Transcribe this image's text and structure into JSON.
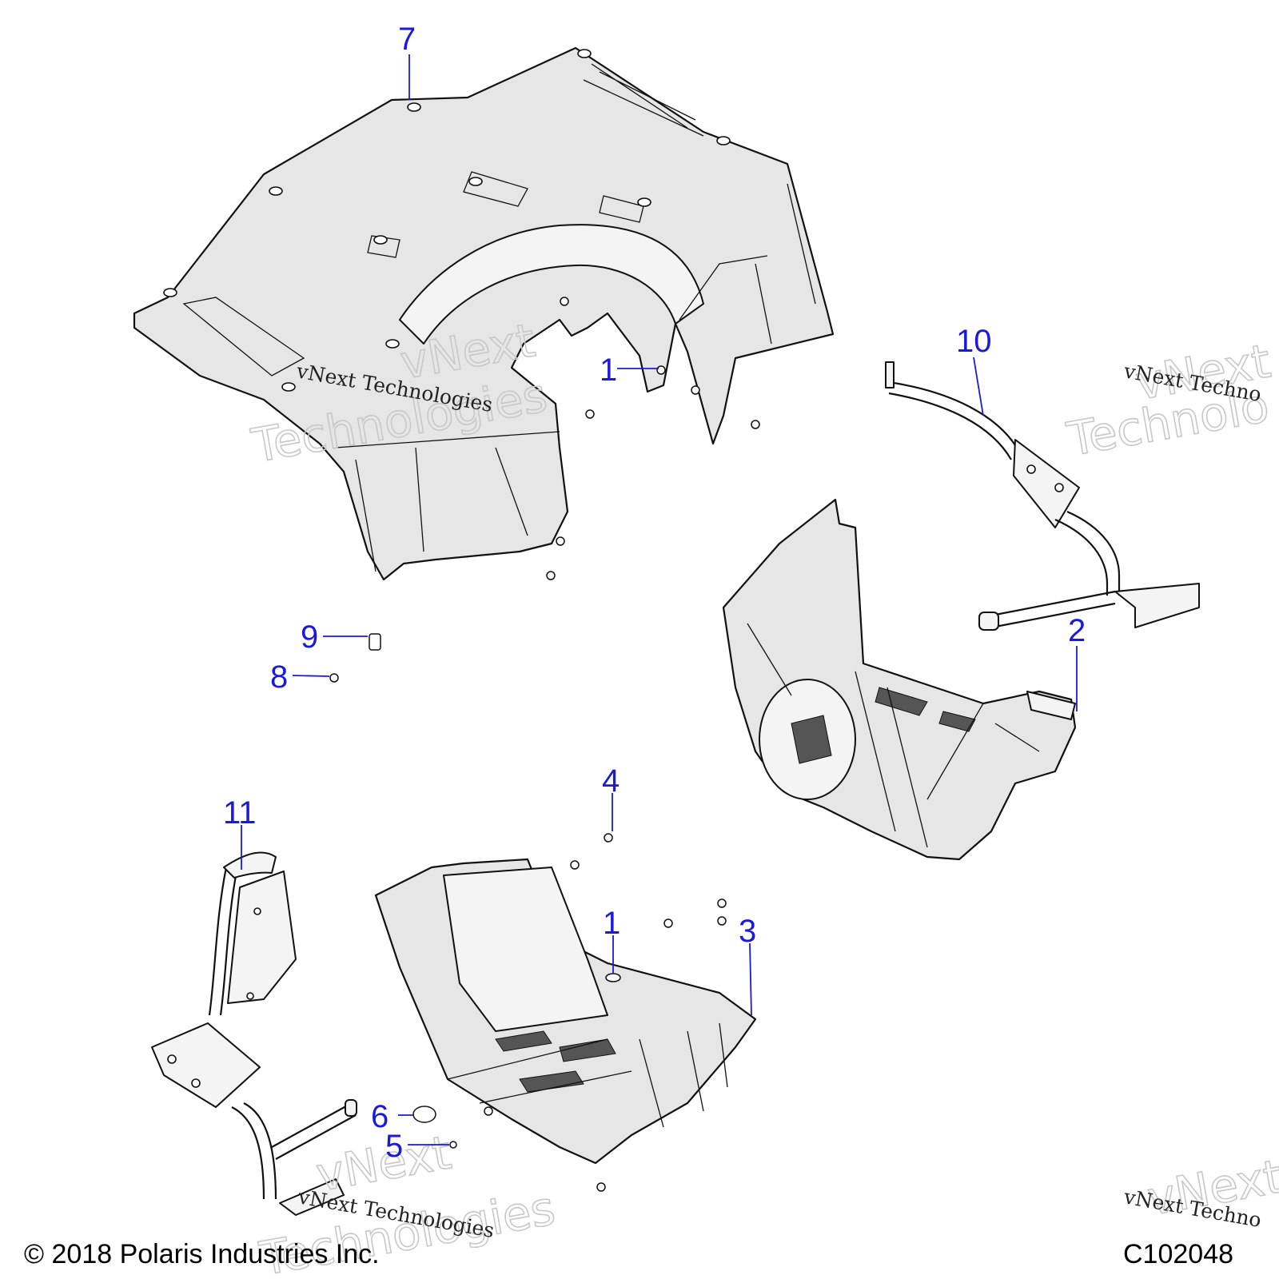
{
  "diagram": {
    "callouts": [
      {
        "id": "1",
        "label": "1"
      },
      {
        "id": "1b",
        "label": "1"
      },
      {
        "id": "2",
        "label": "2"
      },
      {
        "id": "3",
        "label": "3"
      },
      {
        "id": "4",
        "label": "4"
      },
      {
        "id": "5",
        "label": "5"
      },
      {
        "id": "6",
        "label": "6"
      },
      {
        "id": "7",
        "label": "7"
      },
      {
        "id": "8",
        "label": "8"
      },
      {
        "id": "9",
        "label": "9"
      },
      {
        "id": "10",
        "label": "10"
      },
      {
        "id": "11",
        "label": "11"
      }
    ],
    "watermark": {
      "small": "vNext Technologies",
      "big_line1": "vNext",
      "big_line2": "Technologies",
      "small_clipped": "vNext Techno",
      "big_clipped_line1": "vNext",
      "big_clipped_line2": "Technolo"
    },
    "footer": {
      "copyright": "© 2018 Polaris Industries Inc.",
      "code": "C102048"
    },
    "colors": {
      "callout": "#1a1adc",
      "part_fill": "#e6e6e6",
      "line": "#111111"
    }
  }
}
